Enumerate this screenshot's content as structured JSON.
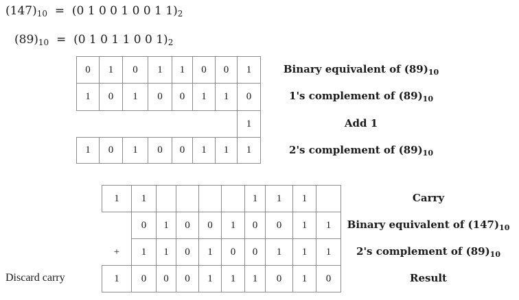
{
  "equations": [
    {
      "lhs": "(147)",
      "lhs_base": "10",
      "eq": "=",
      "rhs": "(0 1 0 0 1 0 0 1 1)",
      "rhs_base": "2"
    },
    {
      "lhs": "(89)",
      "lhs_base": "10",
      "eq": "=",
      "rhs": "(0 1 0 1 1 0 0 1)",
      "rhs_base": "2"
    }
  ],
  "complement_table": {
    "rows": [
      {
        "cells": [
          "0",
          "1",
          "0",
          "1",
          "1",
          "0",
          "0",
          "1"
        ],
        "label": "Binary equivalent of (89)",
        "label_sub": "10"
      },
      {
        "cells": [
          "1",
          "0",
          "1",
          "0",
          "0",
          "1",
          "1",
          "0"
        ],
        "label": "1's complement of (89)",
        "label_sub": "10"
      },
      {
        "cells": [
          "",
          "",
          "",
          "",
          "",
          "",
          "",
          "1"
        ],
        "label": "Add 1",
        "label_sub": ""
      },
      {
        "cells": [
          "1",
          "0",
          "1",
          "0",
          "0",
          "1",
          "1",
          "1"
        ],
        "label": "2's complement of (89)",
        "label_sub": "10"
      }
    ]
  },
  "addition_table": {
    "rows": [
      {
        "prefix": "",
        "cells": [
          "1",
          "1",
          "",
          "",
          "",
          "",
          "1",
          "1",
          "1",
          ""
        ],
        "label": "Carry",
        "label_sub": ""
      },
      {
        "prefix": "",
        "cells": [
          "",
          "0",
          "1",
          "0",
          "0",
          "1",
          "0",
          "0",
          "1",
          "1"
        ],
        "label": "Binary equivalent of (147)",
        "label_sub": "10"
      },
      {
        "prefix": "",
        "cells": [
          "+",
          "1",
          "1",
          "0",
          "1",
          "0",
          "0",
          "1",
          "1",
          "1"
        ],
        "label": "2's complement of (89)",
        "label_sub": "10"
      },
      {
        "prefix": "Discard carry",
        "cells": [
          "1",
          "0",
          "0",
          "0",
          "1",
          "1",
          "1",
          "0",
          "1",
          "0"
        ],
        "label": "Result",
        "label_sub": ""
      }
    ]
  }
}
